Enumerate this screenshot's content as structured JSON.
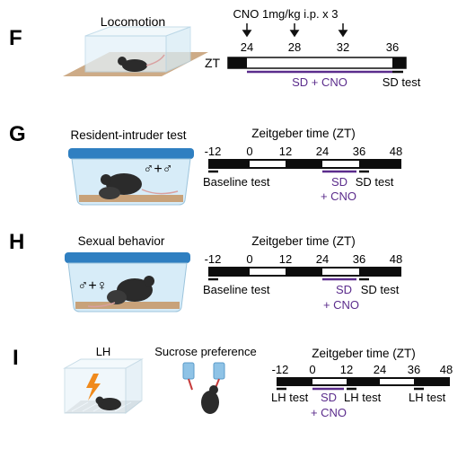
{
  "colors": {
    "purple": "#5b2c8c",
    "black": "#0d0d0d",
    "floor": "#c8a27a",
    "cage_lid": "#2f7fc1",
    "cage_body": "#d7ecf8",
    "mouse": "#2b2b2b",
    "bolt": "#f08a1c"
  },
  "panel_f": {
    "letter": "F",
    "title": "Locomotion",
    "dose_label": "CNO 1mg/kg i.p. x 3",
    "zt_label": "ZT",
    "ticks": [
      "24",
      "28",
      "32",
      "36"
    ],
    "sd_cno_label": "SD + CNO",
    "sd_test_label": "SD test",
    "icon": "open-field-arena-with-mouse"
  },
  "panel_g": {
    "letter": "G",
    "title": "Resident-intruder test",
    "axis_title": "Zeitgeber time (ZT)",
    "ticks": [
      "-12",
      "0",
      "12",
      "24",
      "36",
      "48"
    ],
    "baseline_label": "Baseline test",
    "sd_label": "SD",
    "cno_label": "+ CNO",
    "sd_test_label": "SD test",
    "symbol_text": "♂+♂",
    "icon": "home-cage-two-mice"
  },
  "panel_h": {
    "letter": "H",
    "title": "Sexual behavior",
    "axis_title": "Zeitgeber time (ZT)",
    "ticks": [
      "-12",
      "0",
      "12",
      "24",
      "36",
      "48"
    ],
    "baseline_label": "Baseline test",
    "sd_label": "SD",
    "cno_label": "+ CNO",
    "sd_test_label": "SD test",
    "symbol_text": "♂+♀",
    "icon": "home-cage-two-mice"
  },
  "panel_i": {
    "letter": "I",
    "lh_title": "LH",
    "sucrose_title": "Sucrose preference",
    "axis_title": "Zeitgeber time (ZT)",
    "ticks": [
      "-12",
      "0",
      "12",
      "24",
      "36",
      "48"
    ],
    "lh_test_1": "LH test",
    "sd_label": "SD",
    "lh_test_2": "LH test",
    "lh_test_3": "LH test",
    "cno_label": "+ CNO",
    "icon_lh": "shock-box-with-lightning",
    "icon_sucrose": "two-bottle-choice"
  }
}
